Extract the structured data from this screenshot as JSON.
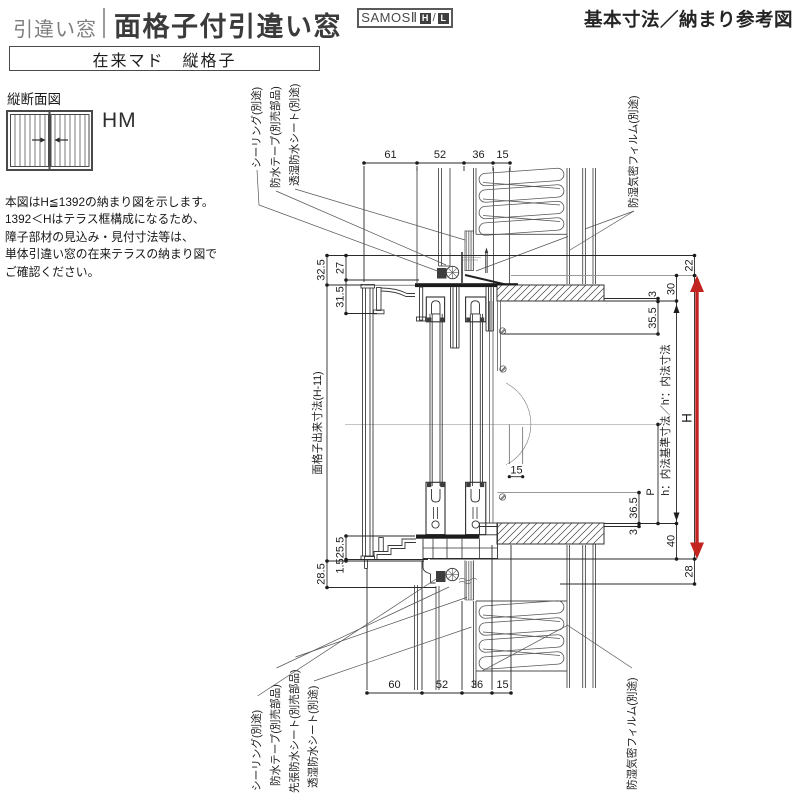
{
  "header": {
    "category": "引違い窓",
    "title": "面格子付引違い窓",
    "brand": "SAMOSⅡ",
    "brand_h": "H",
    "brand_sep": "/",
    "brand_l": "L",
    "doc_type": "基本寸法／納まり参考図"
  },
  "subtitle": "在来マド　縦格子",
  "section": {
    "label": "縦断面図",
    "icon_code": "HM"
  },
  "note": {
    "lines": [
      "本図はH≦1392の納まり図を示します。",
      "1392＜Hはテラス框構成になるため、",
      "障子部材の見込み・見付寸法等は、",
      "単体引違い窓の在来テラスの納まり図で",
      "ご確認ください。"
    ]
  },
  "callouts": {
    "top_left": [
      "シーリング(別途)",
      "防水テープ(別売部品)",
      "透湿防水シート(別途)"
    ],
    "top_right": "防湿気密フィルム(別途)",
    "bottom_left": [
      "シーリング(別途)",
      "防水テープ(別売部品)",
      "先張防水シート(別売部品)",
      "透湿防水シート(別途)"
    ],
    "bottom_right": "防湿気密フィルム(別途)"
  },
  "dims": {
    "top": [
      "61",
      "52",
      "36",
      "15"
    ],
    "bottom": [
      "60",
      "52",
      "36",
      "15"
    ],
    "left": {
      "d32_5": "32.5",
      "d27": "27",
      "d31_5": "31.5",
      "lattice": "面格子出来寸法(H-11)",
      "d25_5": "25.5",
      "d1_5": "1.5",
      "d28_5": "28.5"
    },
    "right": {
      "d22": "22",
      "d30": "30",
      "d3t": "3",
      "d35_5": "35.5",
      "h_label": "h：内法基準寸法／h'：内法寸法",
      "H": "H",
      "P": "P",
      "d36_5": "36.5",
      "d3b": "3",
      "d40": "40",
      "d28": "28"
    },
    "inner": {
      "d15": "15"
    }
  },
  "colors": {
    "accent_red": "#c32420",
    "line": "#3a3a3a"
  }
}
